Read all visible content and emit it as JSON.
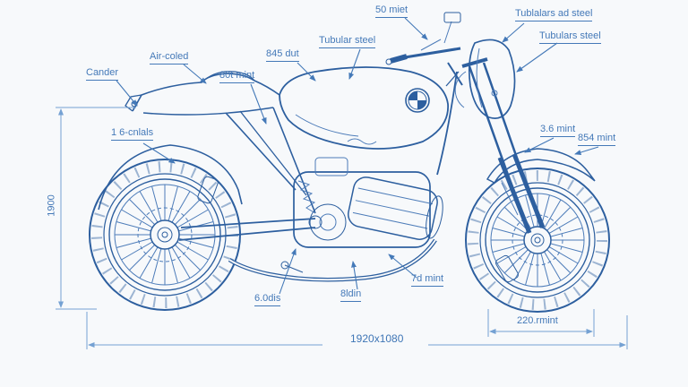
{
  "blueprint": {
    "colors": {
      "background": "#f7f9fb",
      "drawing_line": "#2d5f9f",
      "label_text": "#4479b8",
      "dimension_line": "#74a1d3"
    },
    "labels": {
      "cander": "Cander",
      "air_coled": "Air-coled",
      "mint80": "80t mint",
      "dut845": "845 dut",
      "tubular_steel": "Tubular steel",
      "miet50": "50 miet",
      "tublalars_ad_steel": "Tublalars ad steel",
      "tubulars_steel": "Tubulars steel",
      "cnlals16": "1 6-cnlals",
      "mint36": "3.6 mint",
      "mint854": "854 mint",
      "dis60": "6.0dis",
      "ldin8": "8ldin",
      "mint7d": "7d mint"
    },
    "dimensions": {
      "overall_height": "1900",
      "front_wheel_width": "220.rmint",
      "overall_length": "1920x1080"
    },
    "logo": "bmw-roundel"
  }
}
